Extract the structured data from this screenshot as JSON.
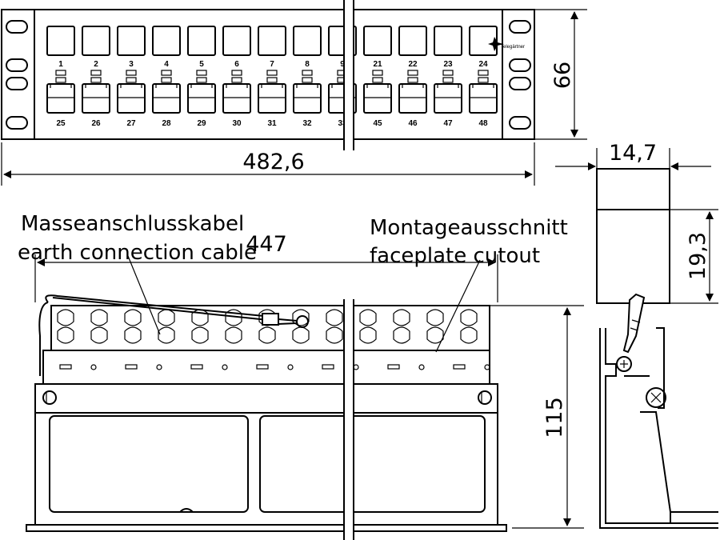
{
  "front_view": {
    "top_port_numbers": [
      "1",
      "2",
      "3",
      "4",
      "5",
      "6",
      "7",
      "8",
      "9",
      "21",
      "22",
      "23",
      "24"
    ],
    "bottom_port_numbers": [
      "25",
      "26",
      "27",
      "28",
      "29",
      "30",
      "31",
      "32",
      "33",
      "45",
      "46",
      "47",
      "48"
    ],
    "brand": "Telegärtner"
  },
  "dimensions": {
    "panel_width": "482,6",
    "panel_height": "66",
    "mount_width": "447",
    "depth": "115",
    "cutout_width": "14,7",
    "cutout_height": "19,3"
  },
  "labels": {
    "earth_cable_de": "Masseanschlusskabel",
    "earth_cable_en": "earth connection cable",
    "cutout_de": "Montageausschnitt",
    "cutout_en": "faceplate cutout"
  }
}
